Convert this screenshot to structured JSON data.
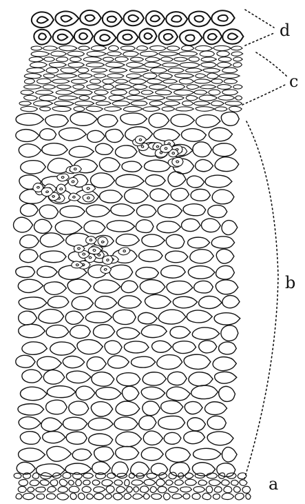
{
  "figure": {
    "labels": {
      "d": "d",
      "c": "c",
      "b": "b",
      "a": "a"
    },
    "colors": {
      "ink": "#111111",
      "background": "#ffffff"
    }
  }
}
